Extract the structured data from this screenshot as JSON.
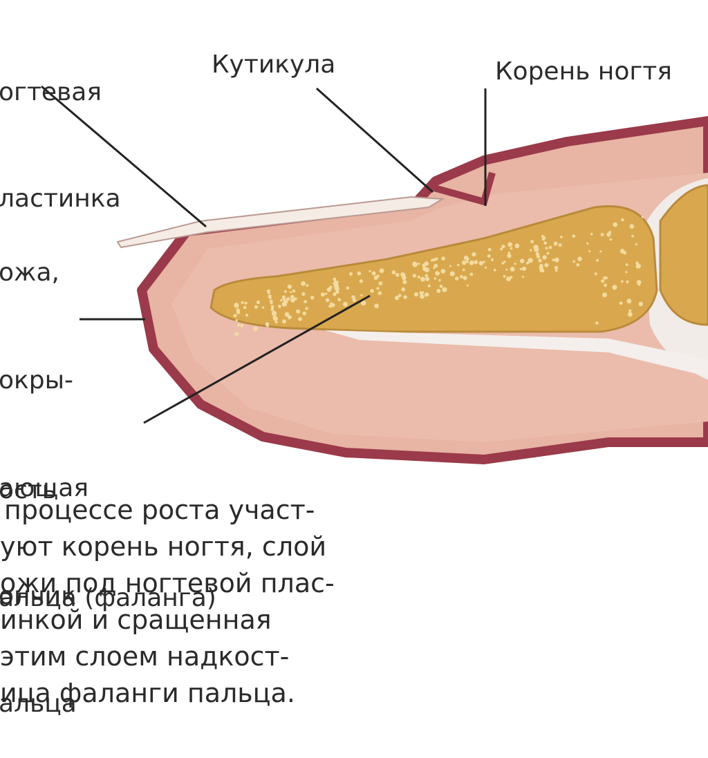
{
  "labels": {
    "nail_plate": [
      "огтевая",
      "ластинка"
    ],
    "cuticle": "Кутикула",
    "nail_root": "Корень ногтя",
    "skin": [
      "ожа,",
      "окры-",
      "ающая",
      "ончик",
      "альца"
    ],
    "bone": [
      "ость",
      "альца (фаланга)"
    ]
  },
  "caption": [
    "процессе роста участ-",
    "уют корень ногтя, слой",
    "ожи под ногтевой плас-",
    "инкой и сращенная",
    "этим слоем надкост-",
    "ица фаланги пальца."
  ],
  "colors": {
    "skin_fill": "#e8b4a4",
    "skin_outline": "#9a3a4a",
    "bone_fill": "#d9a84e",
    "bone_dots": "#f3dba0",
    "nail": "#f6ece6"
  }
}
